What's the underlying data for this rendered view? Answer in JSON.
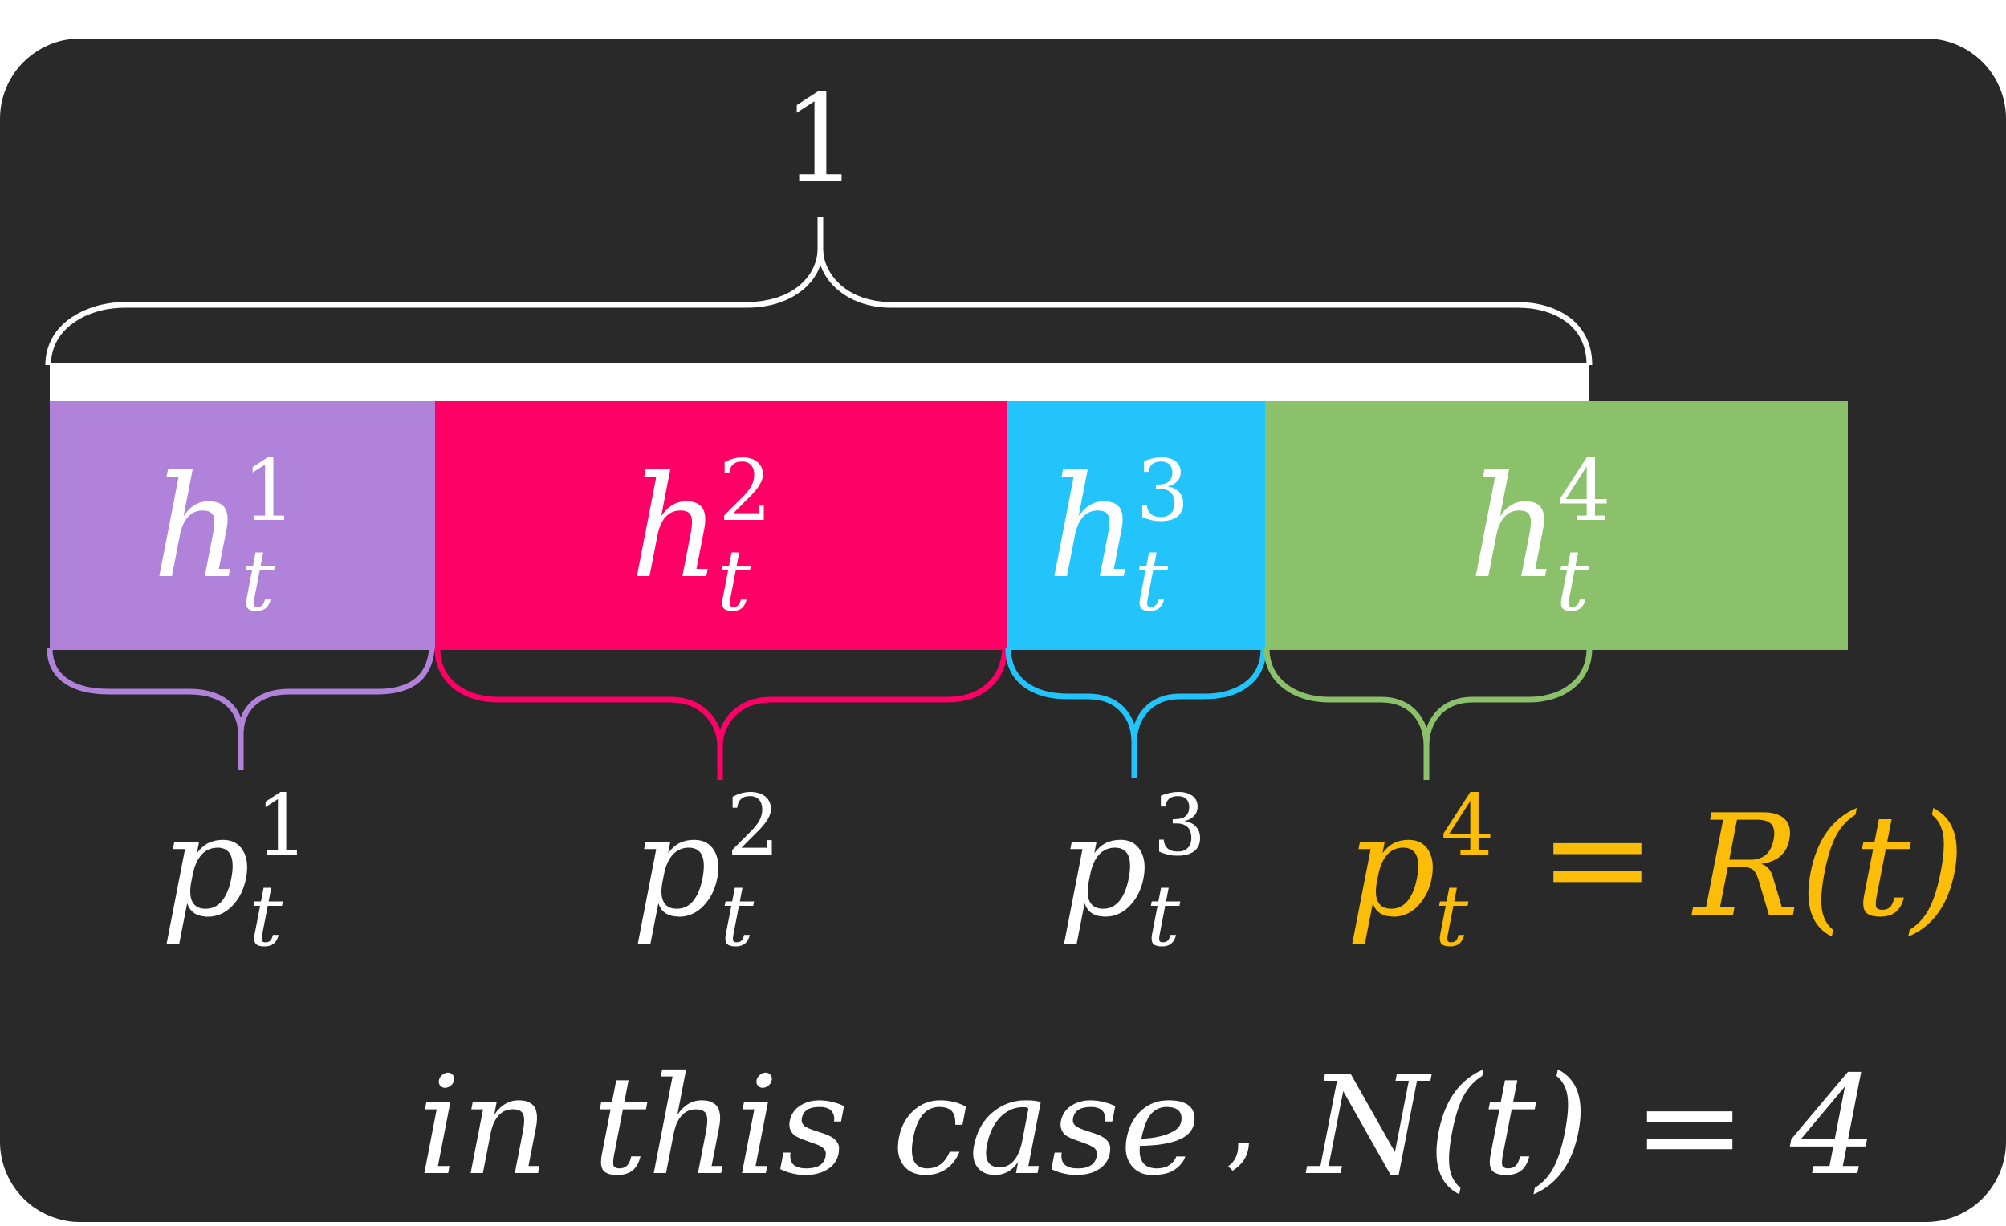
{
  "diagram": {
    "top_brace_label": "1",
    "segments": [
      {
        "base": "h",
        "sup": "1",
        "sub": "t",
        "color": "#b182da"
      },
      {
        "base": "h",
        "sup": "2",
        "sub": "t",
        "color": "#ff0066"
      },
      {
        "base": "h",
        "sup": "3",
        "sub": "t",
        "color": "#22c4fb"
      },
      {
        "base": "h",
        "sup": "4",
        "sub": "t",
        "color": "#8bc16a"
      }
    ],
    "probabilities": [
      {
        "base": "p",
        "sup": "1",
        "sub": "t",
        "color": "#ffffff"
      },
      {
        "base": "p",
        "sup": "2",
        "sub": "t",
        "color": "#ffffff"
      },
      {
        "base": "p",
        "sup": "3",
        "sub": "t",
        "color": "#ffffff"
      },
      {
        "base": "p",
        "sup": "4",
        "sub": "t",
        "color": "#fbbd08"
      }
    ],
    "remainder_equation": {
      "equals": "=",
      "text": "R(t)",
      "color": "#fbbd08"
    },
    "caption": {
      "text": "in this case",
      "comma": ",",
      "equation": "N(t) = 4"
    },
    "colors": {
      "background": "#292929",
      "bar": "#ffffff",
      "text": "#ffffff"
    }
  }
}
